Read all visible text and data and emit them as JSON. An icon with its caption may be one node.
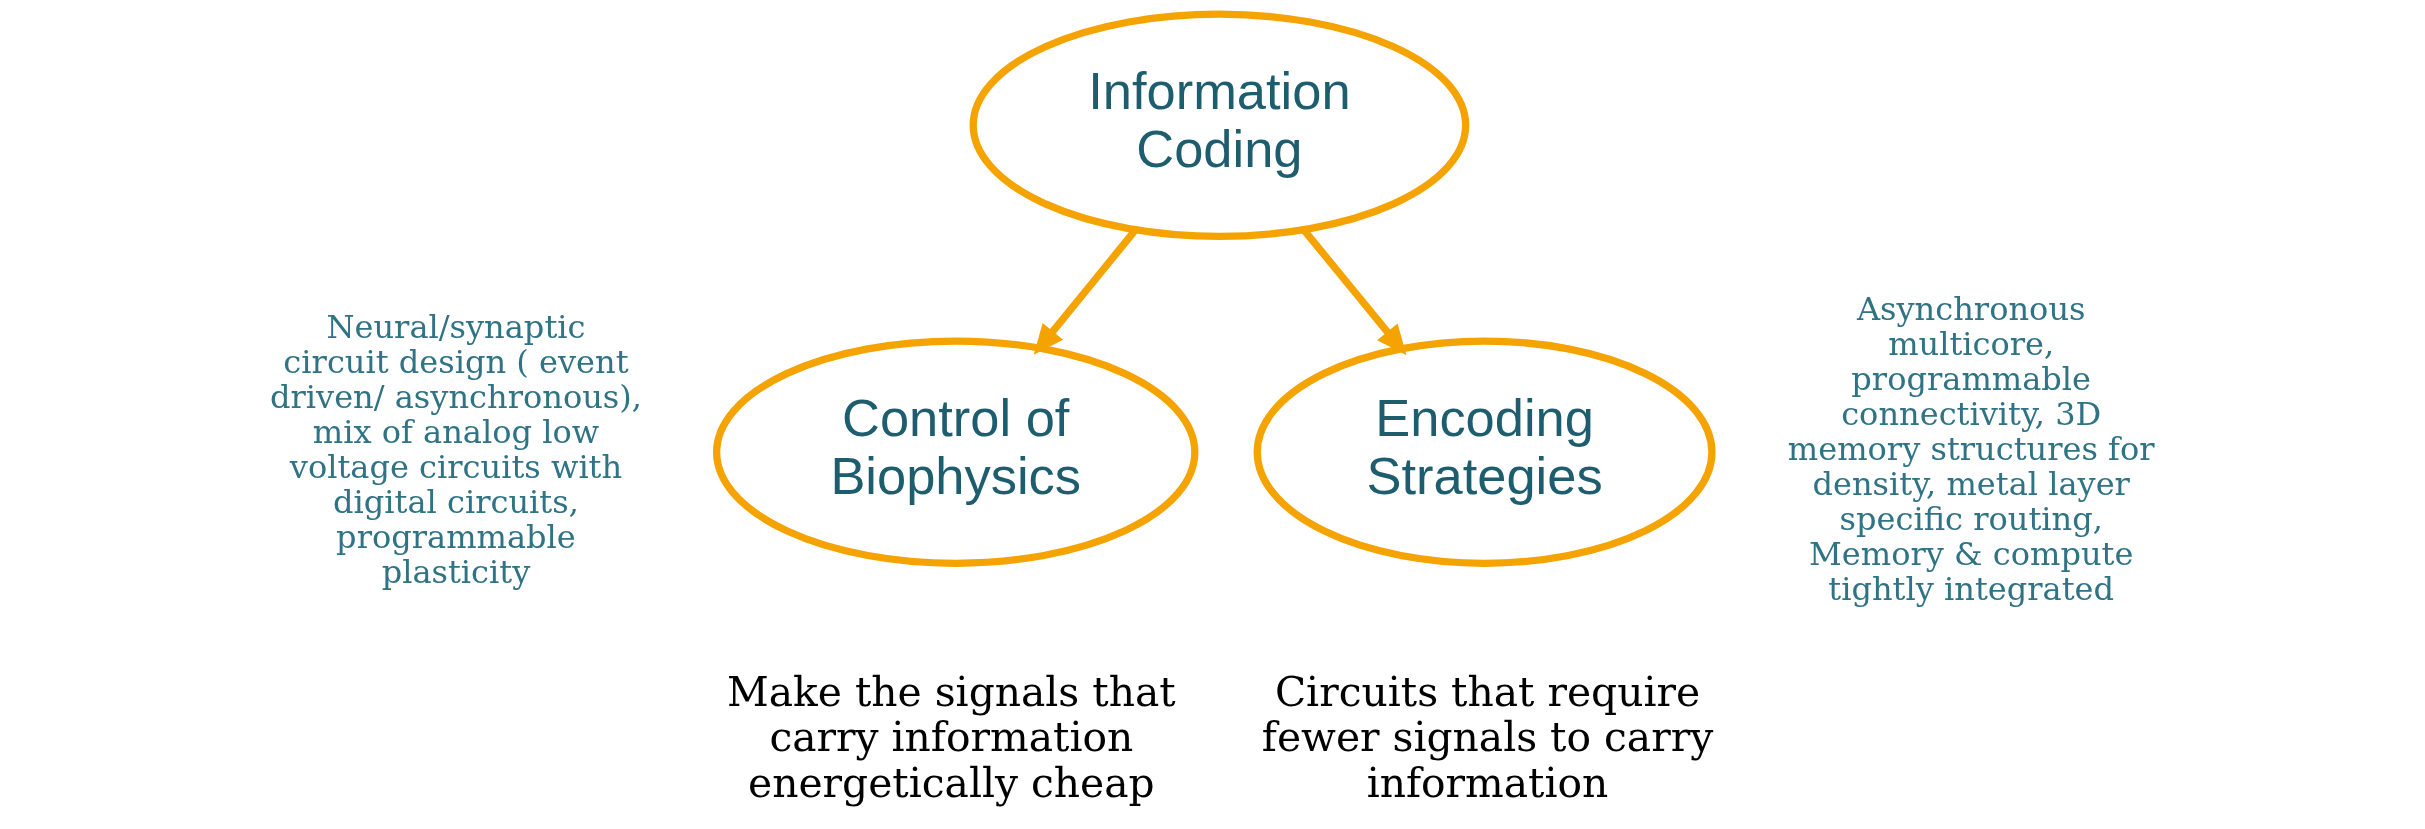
{
  "diagram": {
    "nodes": [
      {
        "text": [
          "Information Coding"
        ]
      },
      {
        "text": [
          "Control of Biophysics"
        ],
        "beside": [
          "Make the signals that carry information energetically cheap"
        ]
      },
      {
        "text": [
          "Encoding Strategies"
        ],
        "beside": [
          "Circuits that require fewer signals to carry information"
        ]
      }
    ],
    "edges": [
      {
        "from": 0,
        "to": 1,
        "arrow": "to"
      },
      {
        "from": 0,
        "to": 2,
        "arrow": "to"
      }
    ],
    "labels": [
      "Neural/synaptic circuit design ( event driven/ asynchronous), mix of analog low voltage circuits with digital circuits, programmable plasticity",
      "Asynchronous multicore, programmable connectivity, 3D memory structures for density, metal layer specific routing, Memory & compute tightly integrated"
    ]
  }
}
